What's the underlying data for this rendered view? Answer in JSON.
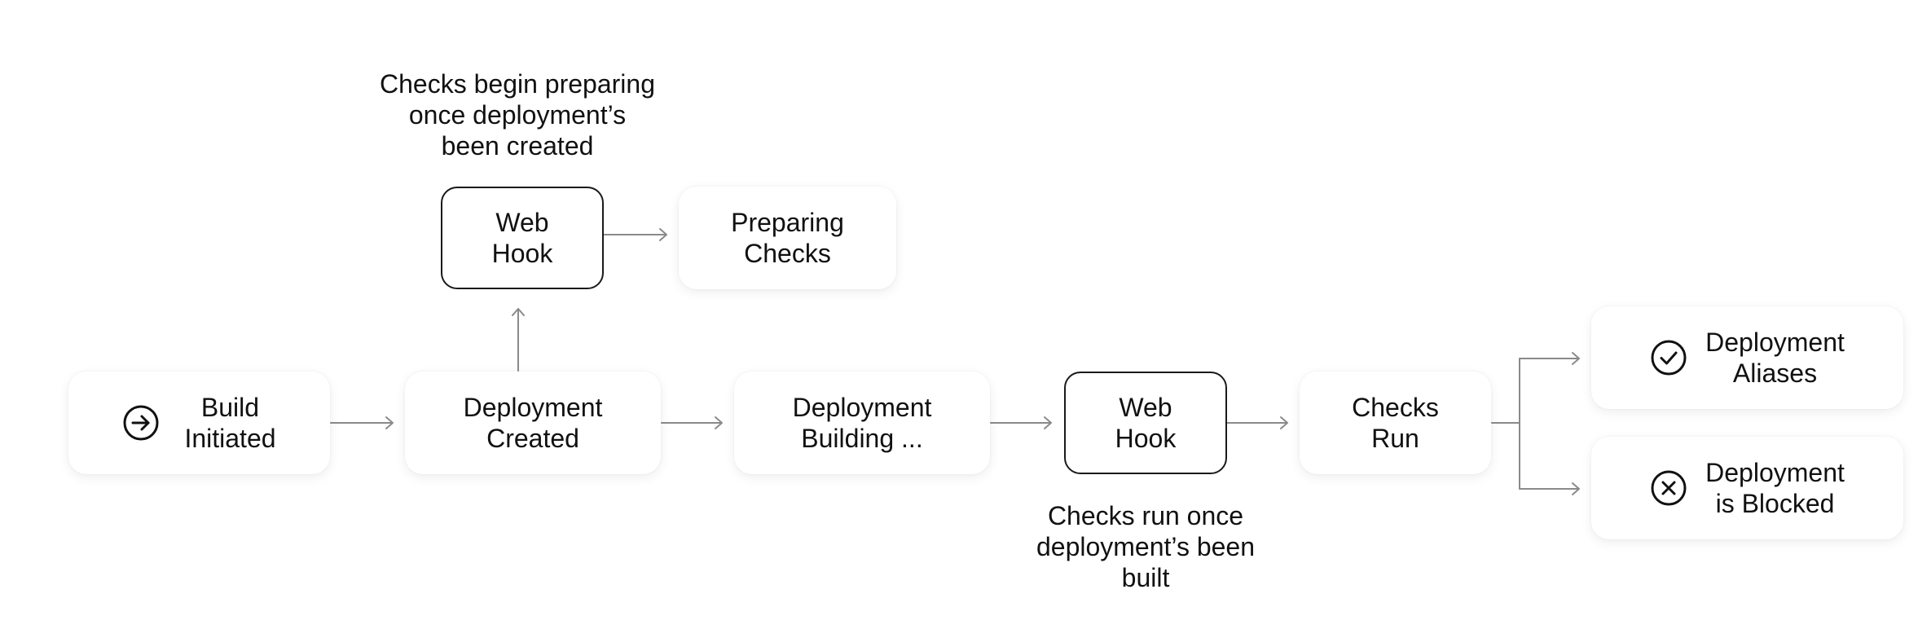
{
  "nodes": {
    "build_initiated": "Build\nInitiated",
    "deployment_created": "Deployment\nCreated",
    "deployment_building": "Deployment\nBuilding ...",
    "web_hook_bottom": "Web\nHook",
    "checks_run": "Checks\nRun",
    "web_hook_top": "Web\nHook",
    "preparing_checks": "Preparing\nChecks",
    "deployment_aliases": "Deployment\nAliases",
    "deployment_blocked": "Deployment\nis Blocked"
  },
  "notes": {
    "top": "Checks begin preparing\nonce deployment’s\nbeen created",
    "bottom": "Checks run once\ndeployment’s been\nbuilt"
  },
  "icons": {
    "build": "arrow-right-circle-icon",
    "aliases": "check-circle-icon",
    "blocked": "x-circle-icon"
  },
  "colors": {
    "connector": "#8a8a8a",
    "text": "#111111",
    "outline": "#1a1a1a"
  }
}
